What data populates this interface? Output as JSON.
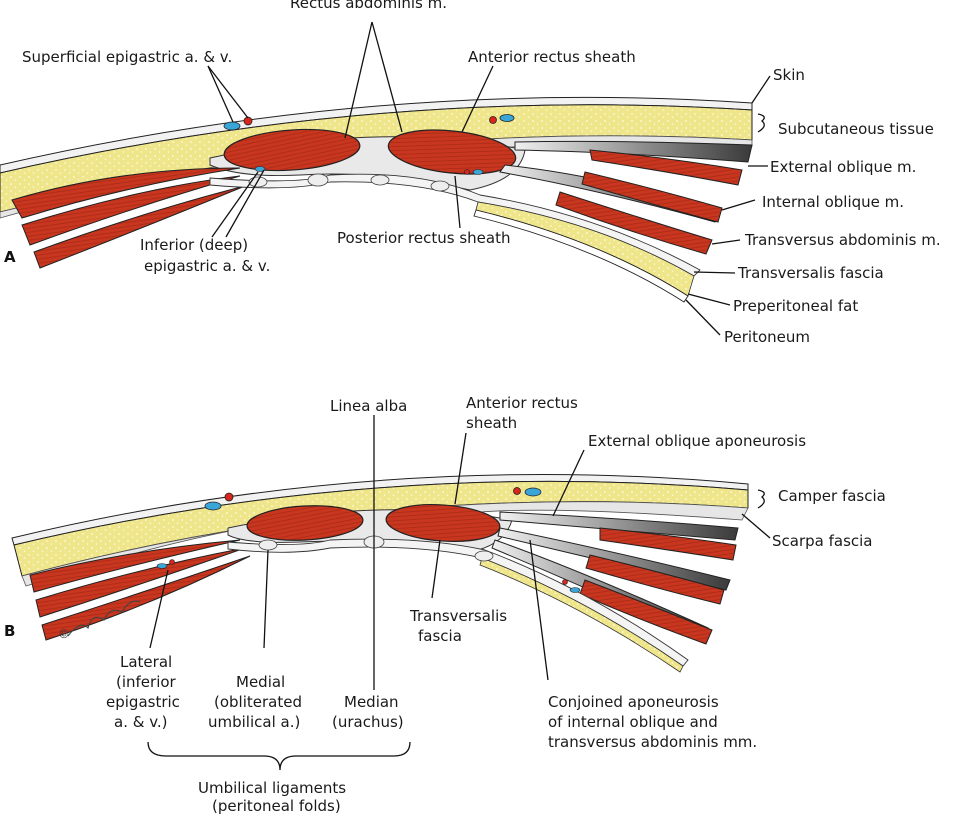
{
  "panel_a": {
    "letter": "A",
    "labels": {
      "rectus_abdominis": "Rectus abdominis m.",
      "superficial_epigastric": "Superficial epigastric a. & v.",
      "anterior_rectus_sheath": "Anterior rectus sheath",
      "skin": "Skin",
      "subcutaneous_tissue": "Subcutaneous tissue",
      "external_oblique": "External oblique m.",
      "internal_oblique": "Internal oblique m.",
      "transversus_abdominis": "Transversus abdominis m.",
      "transversalis_fascia": "Transversalis fascia",
      "preperitoneal_fat": "Preperitoneal fat",
      "peritoneum": "Peritoneum",
      "posterior_rectus_sheath": "Posterior rectus sheath",
      "inferior_epigastric_line1": "Inferior (deep)",
      "inferior_epigastric_line2": "epigastric a. & v."
    }
  },
  "panel_b": {
    "letter": "B",
    "labels": {
      "linea_alba": "Linea alba",
      "anterior_rectus_sheath_line1": "Anterior rectus",
      "anterior_rectus_sheath_line2": "sheath",
      "external_oblique_aponeurosis": "External oblique aponeurosis",
      "camper_fascia": "Camper fascia",
      "scarpa_fascia": "Scarpa fascia",
      "transversalis_fascia_line1": "Transversalis",
      "transversalis_fascia_line2": "fascia",
      "lateral_line1": "Lateral",
      "lateral_line2": "(inferior",
      "lateral_line3": "epigastric",
      "lateral_line4": "a. & v.)",
      "medial_line1": "Medial",
      "medial_line2": "(obliterated",
      "medial_line3": "umbilical a.)",
      "median_line1": "Median",
      "median_line2": "(urachus)",
      "conjoined_line1": "Conjoined aponeurosis",
      "conjoined_line2": "of internal oblique and",
      "conjoined_line3": "transversus abdominis mm.",
      "umbilical_line1": "Umbilical ligaments",
      "umbilical_line2": "(peritoneal folds)"
    }
  },
  "colors": {
    "fat": "#efe58a",
    "muscle": "#c9361f",
    "fascia": "#dcdcdc",
    "artery": "#d9261c",
    "vein": "#3aa6d8",
    "outline": "#222222"
  }
}
